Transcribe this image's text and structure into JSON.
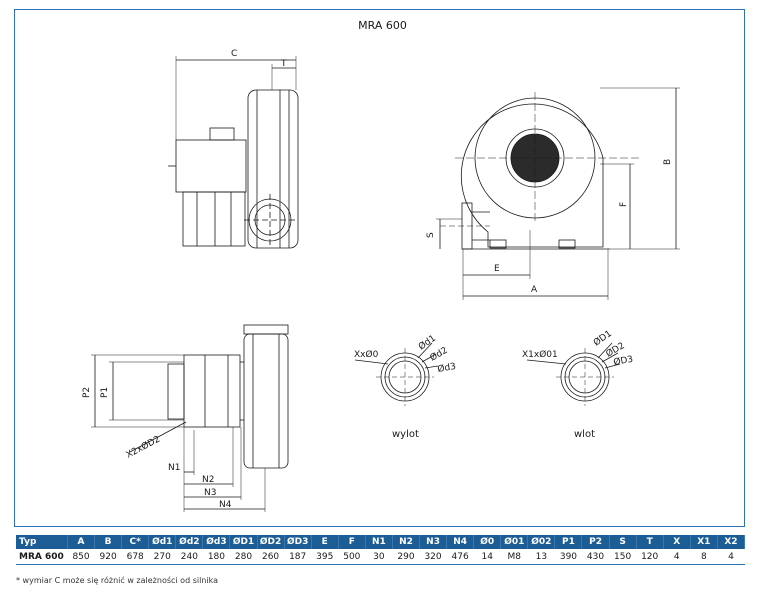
{
  "title": "MRA 600",
  "labels": {
    "C": "C",
    "T": "T",
    "B": "B",
    "F": "F",
    "S": "S",
    "E": "E",
    "A": "A",
    "P1": "P1",
    "P2": "P2",
    "X2xOD2": "X2xØD2",
    "N1": "N1",
    "N2": "N2",
    "N3": "N3",
    "N4": "N4",
    "outlet_x": "XxØ0",
    "outlet_d1": "Ød1",
    "outlet_d2": "Ød2",
    "outlet_d3": "Ød3",
    "outlet_caption": "wylot",
    "inlet_x": "X1xØ01",
    "inlet_d1": "ØD1",
    "inlet_d2": "ØD2",
    "inlet_d3": "ØD3",
    "inlet_caption": "wlot"
  },
  "table": {
    "headers": [
      "Typ",
      "A",
      "B",
      "C*",
      "Ød1",
      "Ød2",
      "Ød3",
      "ØD1",
      "ØD2",
      "ØD3",
      "E",
      "F",
      "N1",
      "N2",
      "N3",
      "N4",
      "Ø0",
      "Ø01",
      "Ø02",
      "P1",
      "P2",
      "S",
      "T",
      "X",
      "X1",
      "X2"
    ],
    "rows": [
      [
        "MRA 600",
        "850",
        "920",
        "678",
        "270",
        "240",
        "180",
        "280",
        "260",
        "187",
        "395",
        "500",
        "30",
        "290",
        "320",
        "476",
        "14",
        "M8",
        "13",
        "390",
        "430",
        "150",
        "120",
        "4",
        "8",
        "4"
      ]
    ]
  },
  "footnote": "* wymiar C może się różnić w zależności od silnika",
  "colors": {
    "frame": "#2a74b6",
    "header_bg": "#1d5d95",
    "line": "#1a1a1a"
  }
}
